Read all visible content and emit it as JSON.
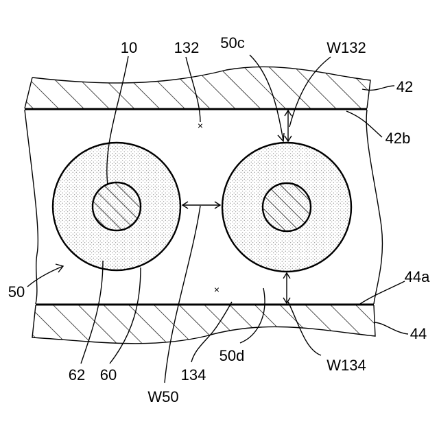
{
  "labels": {
    "l10": "10",
    "l132": "132",
    "l50c": "50c",
    "lW132": "W132",
    "l42": "42",
    "l42b": "42b",
    "l50": "50",
    "l44a": "44a",
    "l44": "44",
    "l50d": "50d",
    "lW134": "W134",
    "l62": "62",
    "l60": "60",
    "l134": "134",
    "lW50": "W50"
  },
  "markers": {
    "x1": "×",
    "x2": "×"
  }
}
